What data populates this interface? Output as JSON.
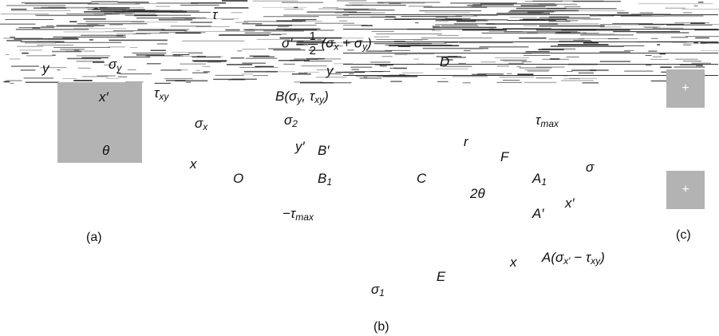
{
  "captions": {
    "a": "(a)",
    "b": "(b)",
    "c": "(c)"
  },
  "panel_a": {
    "y_label": "y",
    "sigma_y": "σ",
    "sigma_y_sub": "y",
    "x_prime": "x′",
    "theta": "θ",
    "tau_xy": "τ",
    "tau_xy_sub": "xy",
    "sigma_x": "σ",
    "sigma_x_sub": "x",
    "x_label": "x"
  },
  "panel_b": {
    "tau_axis": "τ",
    "center_lhs": "σ′ =",
    "center_num": "1",
    "center_den": "2",
    "center_rhs": "(σ",
    "center_rhs_sub1": "x",
    "center_rhs_mid": " + σ",
    "center_rhs_sub2": "y",
    "center_rhs_end": ")",
    "D": "D",
    "y": "y",
    "B_point": "B(σ",
    "B_point_sub1": "y",
    "B_point_mid": ", τ",
    "B_point_sub2": "xy",
    "B_point_end": ")",
    "sigma_2": "σ",
    "sigma_2_sub": "2",
    "y_prime": "y′",
    "B_prime": "B′",
    "O": "O",
    "B1": "B",
    "B1_sub": "1",
    "C": "C",
    "r": "r",
    "F": "F",
    "two_theta": "2θ",
    "tau_max": "τ",
    "tau_max_sub": "max",
    "A1": "A",
    "A1_sub": "1",
    "sigma": "σ",
    "x_prime": "x′",
    "A_prime": "A′",
    "neg_tau_max": "−τ",
    "neg_tau_max_sub": "max",
    "x": "x",
    "A_point": "A(σ",
    "A_point_sub1": "x′",
    "A_point_mid": " − τ",
    "A_point_sub2": "xy",
    "A_point_end": ")",
    "E": "E",
    "sigma_1": "σ",
    "sigma_1_sub": "1"
  },
  "panel_c": {
    "plus_top": "+",
    "plus_bottom": "+"
  }
}
